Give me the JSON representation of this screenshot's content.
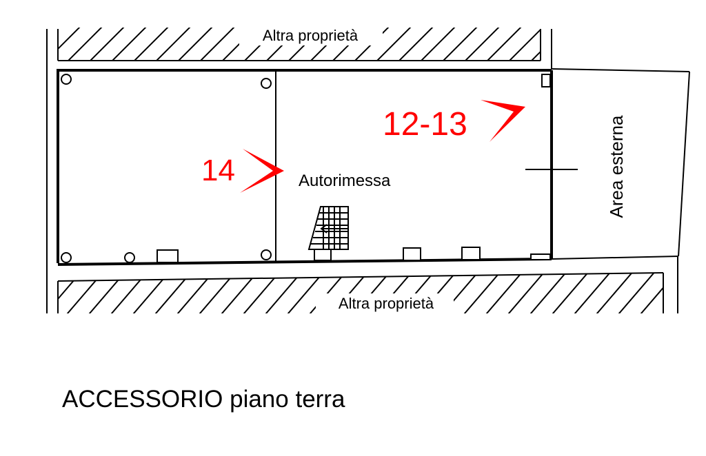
{
  "plan": {
    "caption": "ACCESSORIO piano terra",
    "labels": {
      "property_top": "Altra proprietà",
      "property_bottom": "Altra proprietà",
      "garage": "Autorimessa",
      "outdoor_area": "Area esterna"
    },
    "view_markers": [
      {
        "id": "marker-14",
        "label": "14"
      },
      {
        "id": "marker-12-13",
        "label": "12-13"
      }
    ]
  },
  "colors": {
    "lines": "#000000",
    "markers": "#ff0000",
    "background": "#ffffff"
  }
}
